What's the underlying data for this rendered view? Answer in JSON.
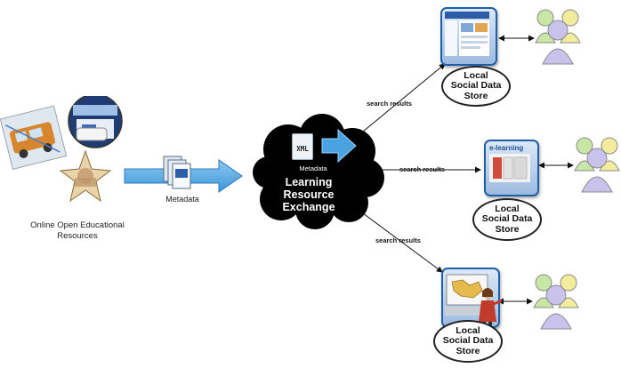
{
  "left": {
    "resources_label": "Online Open Educational Resources",
    "metadata_label": "Metadata"
  },
  "exchange": {
    "title_line1": "Learning",
    "title_line2": "Resource",
    "title_line3": "Exchange",
    "xml_label": "XML",
    "metadata_label": "Metadata"
  },
  "branches": [
    {
      "search_label": "search results",
      "store_line1": "Local",
      "store_line2": "Social Data",
      "store_line3": "Store"
    },
    {
      "search_label": "search results",
      "store_line1": "Local",
      "store_line2": "Social Data",
      "store_line3": "Store",
      "tile_text": "e-learning"
    },
    {
      "search_label": "search results",
      "store_line1": "Local",
      "store_line2": "Social Data",
      "store_line3": "Store"
    }
  ],
  "colors": {
    "arrow_blue": "#4aa3e0",
    "cloud_black": "#000000",
    "tile_border": "#1f5ea8",
    "people_green": "#c8e6a4",
    "people_purple": "#c9c2ea",
    "people_yellow": "#f3ec9c"
  },
  "icons": [
    "resource-collage-icon",
    "metadata-stack-icon",
    "xml-document-icon",
    "website-screenshot-icon",
    "people-group-icon",
    "teacher-figure-icon"
  ]
}
